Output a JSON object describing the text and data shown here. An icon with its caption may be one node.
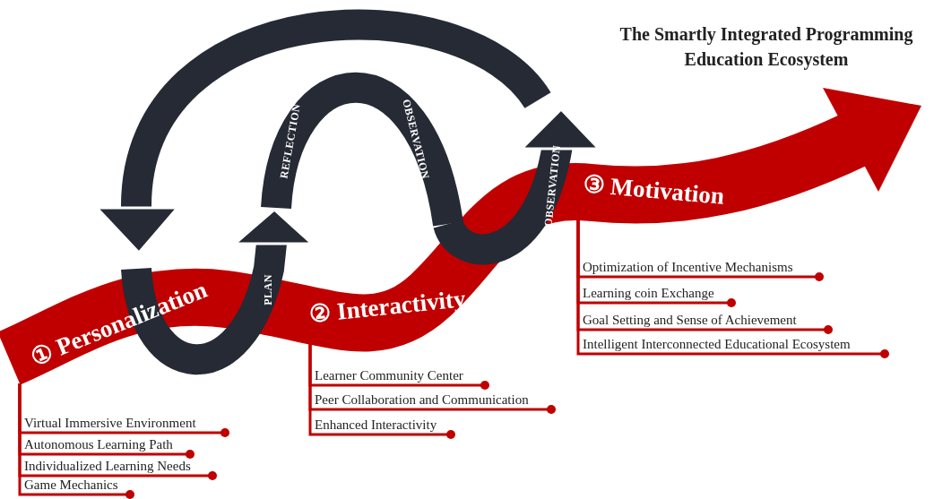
{
  "diagram": {
    "title": "The Smartly Integrated Programming Education Ecosystem",
    "nodes": [
      {
        "text": [
          "① Personalization"
        ]
      },
      {
        "text": [
          "Virtual Immersive Environment"
        ]
      },
      {
        "text": [
          "Autonomous Learning Path"
        ]
      },
      {
        "text": [
          "Individualized Learning Needs"
        ]
      },
      {
        "text": [
          "Game Mechanics"
        ]
      },
      {
        "text": [
          "② Interactivity"
        ]
      },
      {
        "text": [
          "Learner Community Center"
        ]
      },
      {
        "text": [
          "Peer Collaboration and Communication"
        ]
      },
      {
        "text": [
          "Enhanced Interactivity"
        ]
      },
      {
        "text": [
          "③ Motivation"
        ]
      },
      {
        "text": [
          "Optimization of Incentive Mechanisms"
        ]
      },
      {
        "text": [
          "Learning coin Exchange"
        ]
      },
      {
        "text": [
          "Goal Setting and Sense of Achievement"
        ]
      },
      {
        "text": [
          "Intelligent Interconnected Educational Ecosystem"
        ]
      }
    ],
    "edges": [
      {
        "from": 0,
        "to": 1,
        "arrow": "other"
      },
      {
        "from": 0,
        "to": 2,
        "arrow": "other"
      },
      {
        "from": 0,
        "to": 3,
        "arrow": "other"
      },
      {
        "from": 0,
        "to": 4,
        "arrow": "other"
      },
      {
        "from": 5,
        "to": 6,
        "arrow": "other"
      },
      {
        "from": 5,
        "to": 7,
        "arrow": "other"
      },
      {
        "from": 5,
        "to": 8,
        "arrow": "other"
      },
      {
        "from": 9,
        "to": 10,
        "arrow": "other"
      },
      {
        "from": 9,
        "to": 11,
        "arrow": "other"
      },
      {
        "from": 9,
        "to": 12,
        "arrow": "other"
      },
      {
        "from": 9,
        "to": 13,
        "arrow": "other"
      }
    ],
    "labels": [
      "REFLECTION",
      "OBSERVATION",
      "OBSERVATION",
      "PLAN"
    ]
  }
}
